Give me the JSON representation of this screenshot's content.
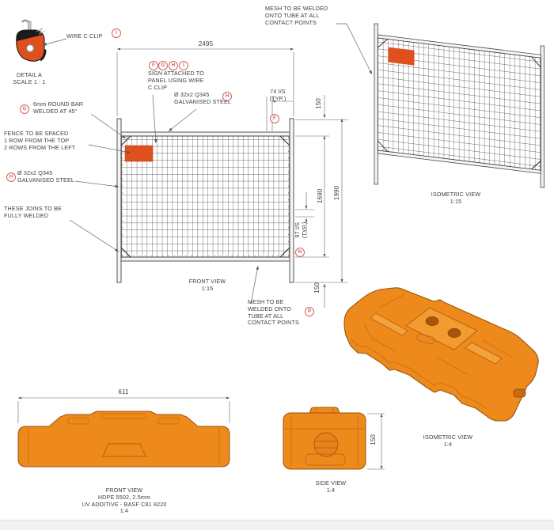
{
  "drawing": {
    "detail_a": {
      "clip_label": "WIRE C CLIP",
      "clip_callout": "I",
      "title": "DETAIL A\nSCALE 1 : 1"
    },
    "front_fence": {
      "dim_width": "2495",
      "sign_callouts": [
        "F",
        "G",
        "H",
        "I"
      ],
      "sign_note": "SIGN ATTACHED TO\nPANEL USING WIRE\nC CLIP",
      "tube_note_top": "Ø 32x2 Q345\nGALVANISED STEEL",
      "tube_callout_top": "H",
      "mesh_pitch_h": "74 I/S\n(TYP.)",
      "mesh_pitch_h_callout": "F",
      "dim_post_top": "150",
      "round_bar_callout": "G",
      "round_bar_note": "6mm ROUND BAR\nWELDED AT 45°",
      "sign_position_note": "FENCE TO BE SPACED\n1 ROW FROM THE TOP\n2 ROWS FROM THE LEFT",
      "tube_callout_left": "H",
      "tube_note_left": "Ø 32x2 Q345\nGALVANISED STEEL",
      "welded_joins_note": "THESE JOINS TO BE\nFULLY WELDED",
      "dim_mesh_height": "1690",
      "dim_total_height": "1990",
      "mesh_pitch_v": "97 I/S\n(TYP.)",
      "mesh_pitch_v_callout": "N",
      "dim_post_bottom": "150",
      "view_label": "FRONT VIEW\n1:15",
      "mesh_weld_note": "MESH TO BE\nWELDED ONTO\nTUBE AT ALL\nCONTACT POINTS",
      "mesh_weld_callout": "P"
    },
    "iso_fence": {
      "mesh_weld_note": "MESH TO BE WELDED\nONTO TUBE AT ALL\nCONTACT POINTS",
      "view_label": "ISOMETRIC VIEW\n1:15"
    },
    "base_front": {
      "dim_width": "611",
      "view_label": "FRONT VIEW\nHDPE 5502, 2.5mm\nUV ADDITIVE - BASF C81 8220\n1:4"
    },
    "base_side": {
      "dim_height": "150",
      "view_label": "SIDE VIEW\n1:4"
    },
    "base_iso": {
      "view_label": "ISOMETRIC VIEW\n1:4"
    }
  },
  "colors": {
    "accent_orange": "#e0501c",
    "block_orange": "#ee8a1b",
    "callout_red": "#d6605c",
    "line_gray": "#555555"
  }
}
